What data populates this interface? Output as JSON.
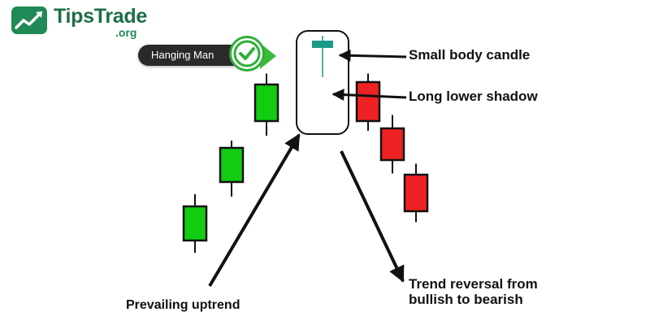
{
  "brand": {
    "name": "TipsTrade",
    "domain": ".org",
    "logo_icon": "trend-line-chart-icon",
    "color": "#1f8a55"
  },
  "badge": {
    "label": "Hanging Man",
    "icon": "check-circle-icon",
    "pill_color": "#2a2a2a",
    "accent_color": "#3cbb3c"
  },
  "annotations": {
    "small_body": "Small body candle",
    "long_shadow": "Long lower shadow",
    "uptrend": "Prevailing uptrend",
    "reversal_line1": "Trend reversal from",
    "reversal_line2": "bullish to bearish"
  },
  "chart_data": {
    "type": "candlestick",
    "colors": {
      "bullish": "#11cc11",
      "bearish": "#ee2222",
      "hanging_man": "#1a9b86"
    },
    "candles": [
      {
        "open": 28,
        "close": 56,
        "high": 66,
        "low": 18,
        "kind": "bullish"
      },
      {
        "open": 76,
        "close": 104,
        "high": 110,
        "low": 64,
        "kind": "bullish"
      },
      {
        "open": 126,
        "close": 156,
        "high": 165,
        "low": 114,
        "kind": "bullish"
      },
      {
        "open": 186,
        "close": 192,
        "high": 196,
        "low": 162,
        "kind": "hanging_man"
      },
      {
        "open": 158,
        "close": 126,
        "high": 165,
        "low": 118,
        "kind": "bearish"
      },
      {
        "open": 120,
        "close": 94,
        "high": 131,
        "low": 83,
        "kind": "bearish"
      },
      {
        "open": 82,
        "close": 52,
        "high": 91,
        "low": 43,
        "kind": "bearish"
      }
    ]
  }
}
